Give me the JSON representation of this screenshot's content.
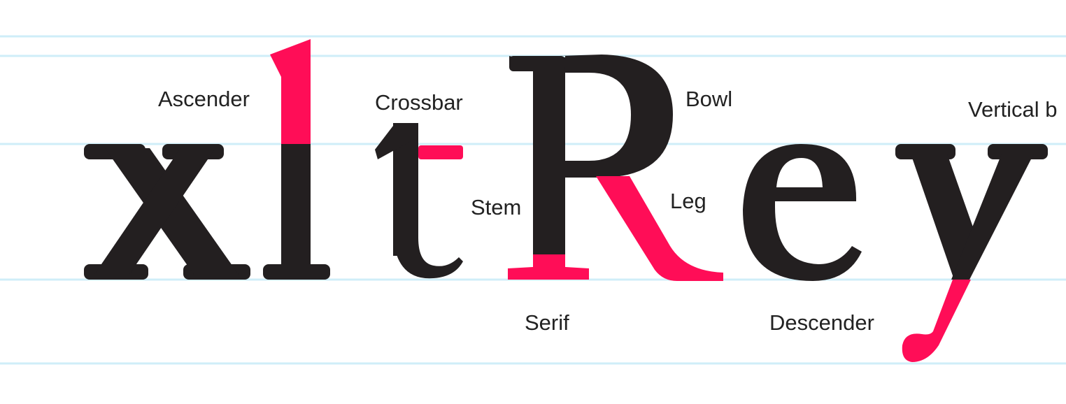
{
  "colors": {
    "guideline": "#cfeef8",
    "glyph": "#231f20",
    "highlight": "#ff0d57",
    "label": "#222222"
  },
  "labels": {
    "ascender": "Ascender",
    "crossbar": "Crossbar",
    "bowl": "Bowl",
    "vertical": "Vertical b",
    "stem": "Stem",
    "leg": "Leg",
    "serif": "Serif",
    "descender": "Descender"
  }
}
